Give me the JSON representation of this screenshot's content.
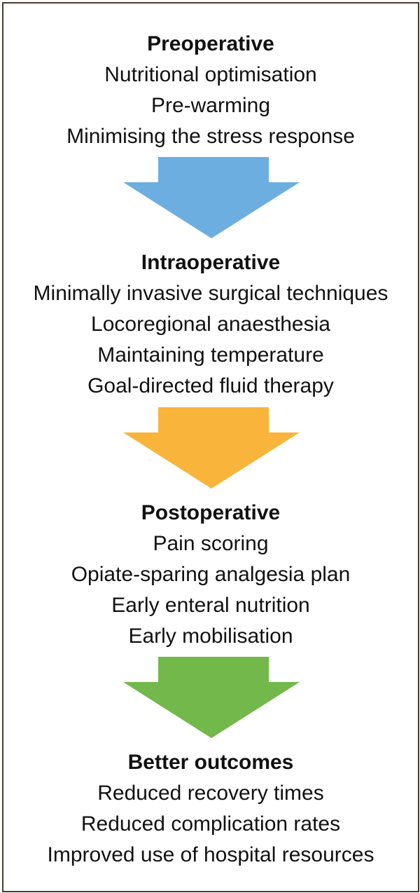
{
  "sections": [
    {
      "heading": "Preoperative",
      "items": [
        "Nutritional optimisation",
        "Pre-warming",
        "Minimising the stress response"
      ]
    },
    {
      "heading": "Intraoperative",
      "items": [
        "Minimally invasive surgical techniques",
        "Locoregional anaesthesia",
        "Maintaining temperature",
        "Goal-directed fluid therapy"
      ]
    },
    {
      "heading": "Postoperative",
      "items": [
        "Pain scoring",
        "Opiate-sparing analgesia plan",
        "Early enteral nutrition",
        "Early mobilisation"
      ]
    },
    {
      "heading": "Better outcomes",
      "items": [
        "Reduced recovery times",
        "Reduced complication rates",
        "Improved use of hospital resources"
      ]
    }
  ],
  "arrows": [
    {
      "color": "#6daee0"
    },
    {
      "color": "#f9b53b"
    },
    {
      "color": "#72b84a"
    }
  ]
}
